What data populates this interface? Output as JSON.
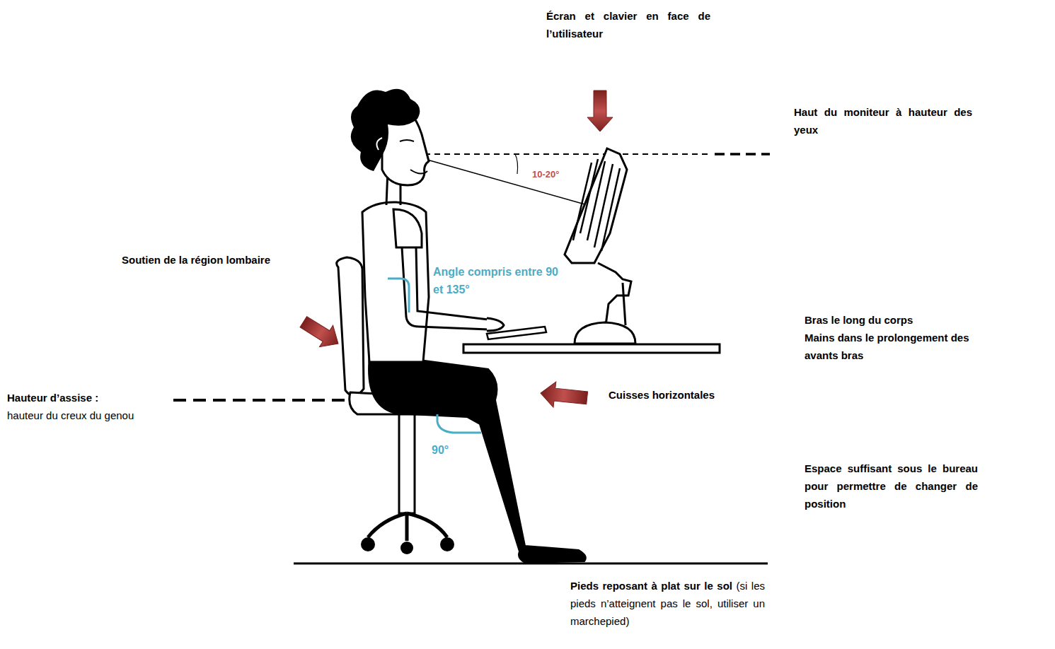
{
  "diagram": {
    "labels": [
      "Écran et clavier en face de l’utilisateur",
      "Haut du moniteur à hauteur des yeux",
      "10-20°",
      "Soutien de la région lombaire",
      "Angle compris entre 90 et 135°",
      "Bras le long du corps",
      "Mains dans le prolongement des avants bras",
      "Hauteur d’assise :",
      "hauteur du creux du genou",
      "Cuisses horizontales",
      "90°",
      "Espace suffisant sous le bureau pour permettre de changer de position",
      "Pieds reposant à plat sur le sol",
      "(si les pieds n’atteignent pas le sol, utiliser un marchepied)"
    ]
  }
}
